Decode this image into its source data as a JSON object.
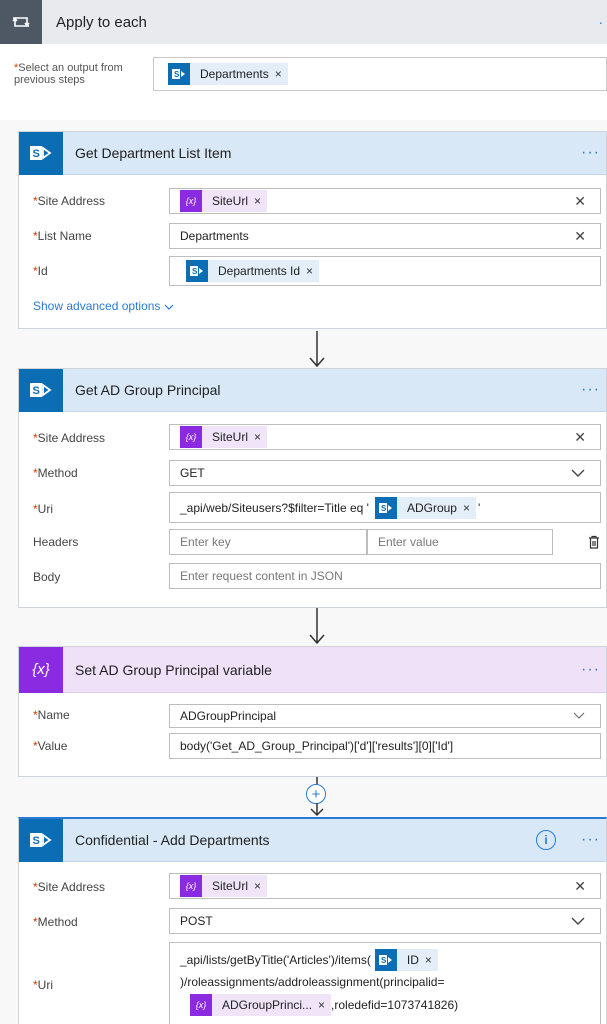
{
  "loop": {
    "title": "Apply to each",
    "select_label": "Select an output from previous steps",
    "token": "Departments"
  },
  "card1": {
    "title": "Get Department List Item",
    "fields": {
      "site_label": "Site Address",
      "site_token": "SiteUrl",
      "list_label": "List Name",
      "list_value": "Departments",
      "id_label": "Id",
      "id_token": "Departments Id"
    },
    "advanced": "Show advanced options"
  },
  "card2": {
    "title": "Get AD Group Principal",
    "fields": {
      "site_label": "Site Address",
      "site_token": "SiteUrl",
      "method_label": "Method",
      "method_value": "GET",
      "uri_label": "Uri",
      "uri_prefix": "_api/web/Siteusers?$filter=Title eq '",
      "uri_token": "ADGroup",
      "uri_suffix": "'",
      "headers_label": "Headers",
      "key_placeholder": "Enter key",
      "value_placeholder": "Enter value",
      "body_label": "Body",
      "body_placeholder": "Enter request content in JSON"
    }
  },
  "card3": {
    "title": "Set AD Group Principal variable",
    "fields": {
      "name_label": "Name",
      "name_value": "ADGroupPrincipal",
      "value_label": "Value",
      "value_value": "body('Get_AD_Group_Principal')['d']['results'][0]['Id']"
    }
  },
  "card4": {
    "title": "Confidential - Add Departments",
    "fields": {
      "site_label": "Site Address",
      "site_token": "SiteUrl",
      "method_label": "Method",
      "method_value": "POST",
      "uri_label": "Uri",
      "uri_line1": "_api/lists/getByTitle('Articles')/items(",
      "uri_token1": "ID",
      "uri_line2": ")/roleassignments/addroleassignment(principalid=",
      "uri_token2": "ADGroupPrinci...",
      "uri_line3": ",roledefid=1073741826)"
    }
  },
  "icons": {
    "var_symbol": "{x}",
    "info_symbol": "i",
    "plus_symbol": "+",
    "clear_symbol": "✕",
    "remove_symbol": "×",
    "more_symbol": "···",
    "dot_symbol": "·"
  }
}
